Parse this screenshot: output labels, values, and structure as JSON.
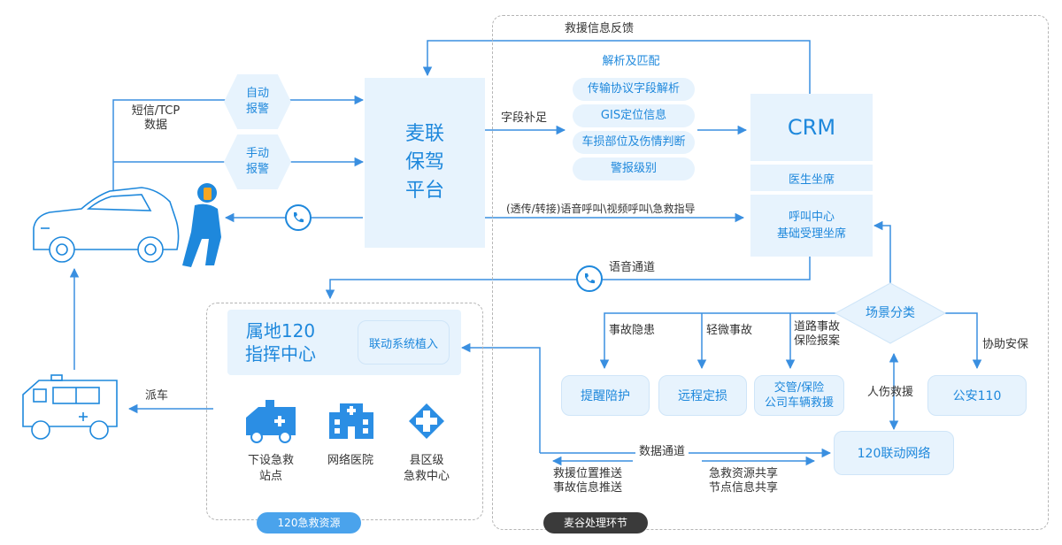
{
  "colors": {
    "accent": "#1e88dc",
    "box_fill": "#e7f3fd",
    "arrow": "#3a8fe0",
    "dark_badge": "#3a3a3a"
  },
  "platform": {
    "label": "麦联\n保驾\n平台"
  },
  "hex_auto": "自动\n报警",
  "hex_manual": "手动\n报警",
  "sms_tcp_label": "短信/TCP\n数据",
  "feedback_label": "救援信息反馈",
  "parse_title": "解析及匹配",
  "parse_items": [
    "传输协议字段解析",
    "GIS定位信息",
    "车损部位及伤情判断",
    "警报级别"
  ],
  "field_complete_label": "字段补足",
  "crm": {
    "title": "CRM",
    "doctor": "医生坐席",
    "callcenter": "呼叫中心\n基础受理坐席"
  },
  "call_label": "(透传/转接)语音呼叫\\视频呼叫\\急救指导",
  "voice_channel_label": "语音通道",
  "scene": {
    "label": "场景分类"
  },
  "branches": [
    "事故隐患",
    "轻微事故",
    "道路事故\n保险报案",
    "协助安保",
    "人伤救援"
  ],
  "outcomes": [
    "提醒陪护",
    "远程定损",
    "交管/保险\n公司车辆救援",
    "公安110"
  ],
  "network_120": "120联动网络",
  "data_channel_label": "数据通道",
  "push_left": "救援位置推送\n事故信息推送",
  "push_right": "急救资源共享\n节点信息共享",
  "local_120": {
    "title": "属地120\n指挥中心",
    "embed": "联动系统植入"
  },
  "resources": [
    "下设急救\n站点",
    "网络医院",
    "县区级\n急救中心"
  ],
  "dispatch_label": "派车",
  "badge_120": "120急救资源",
  "badge_maigu": "麦谷处理环节",
  "icons": [
    "car-icon",
    "person-calling-icon",
    "phone-icon",
    "ambulance-icon",
    "hospital-icon",
    "medical-cross-icon"
  ]
}
